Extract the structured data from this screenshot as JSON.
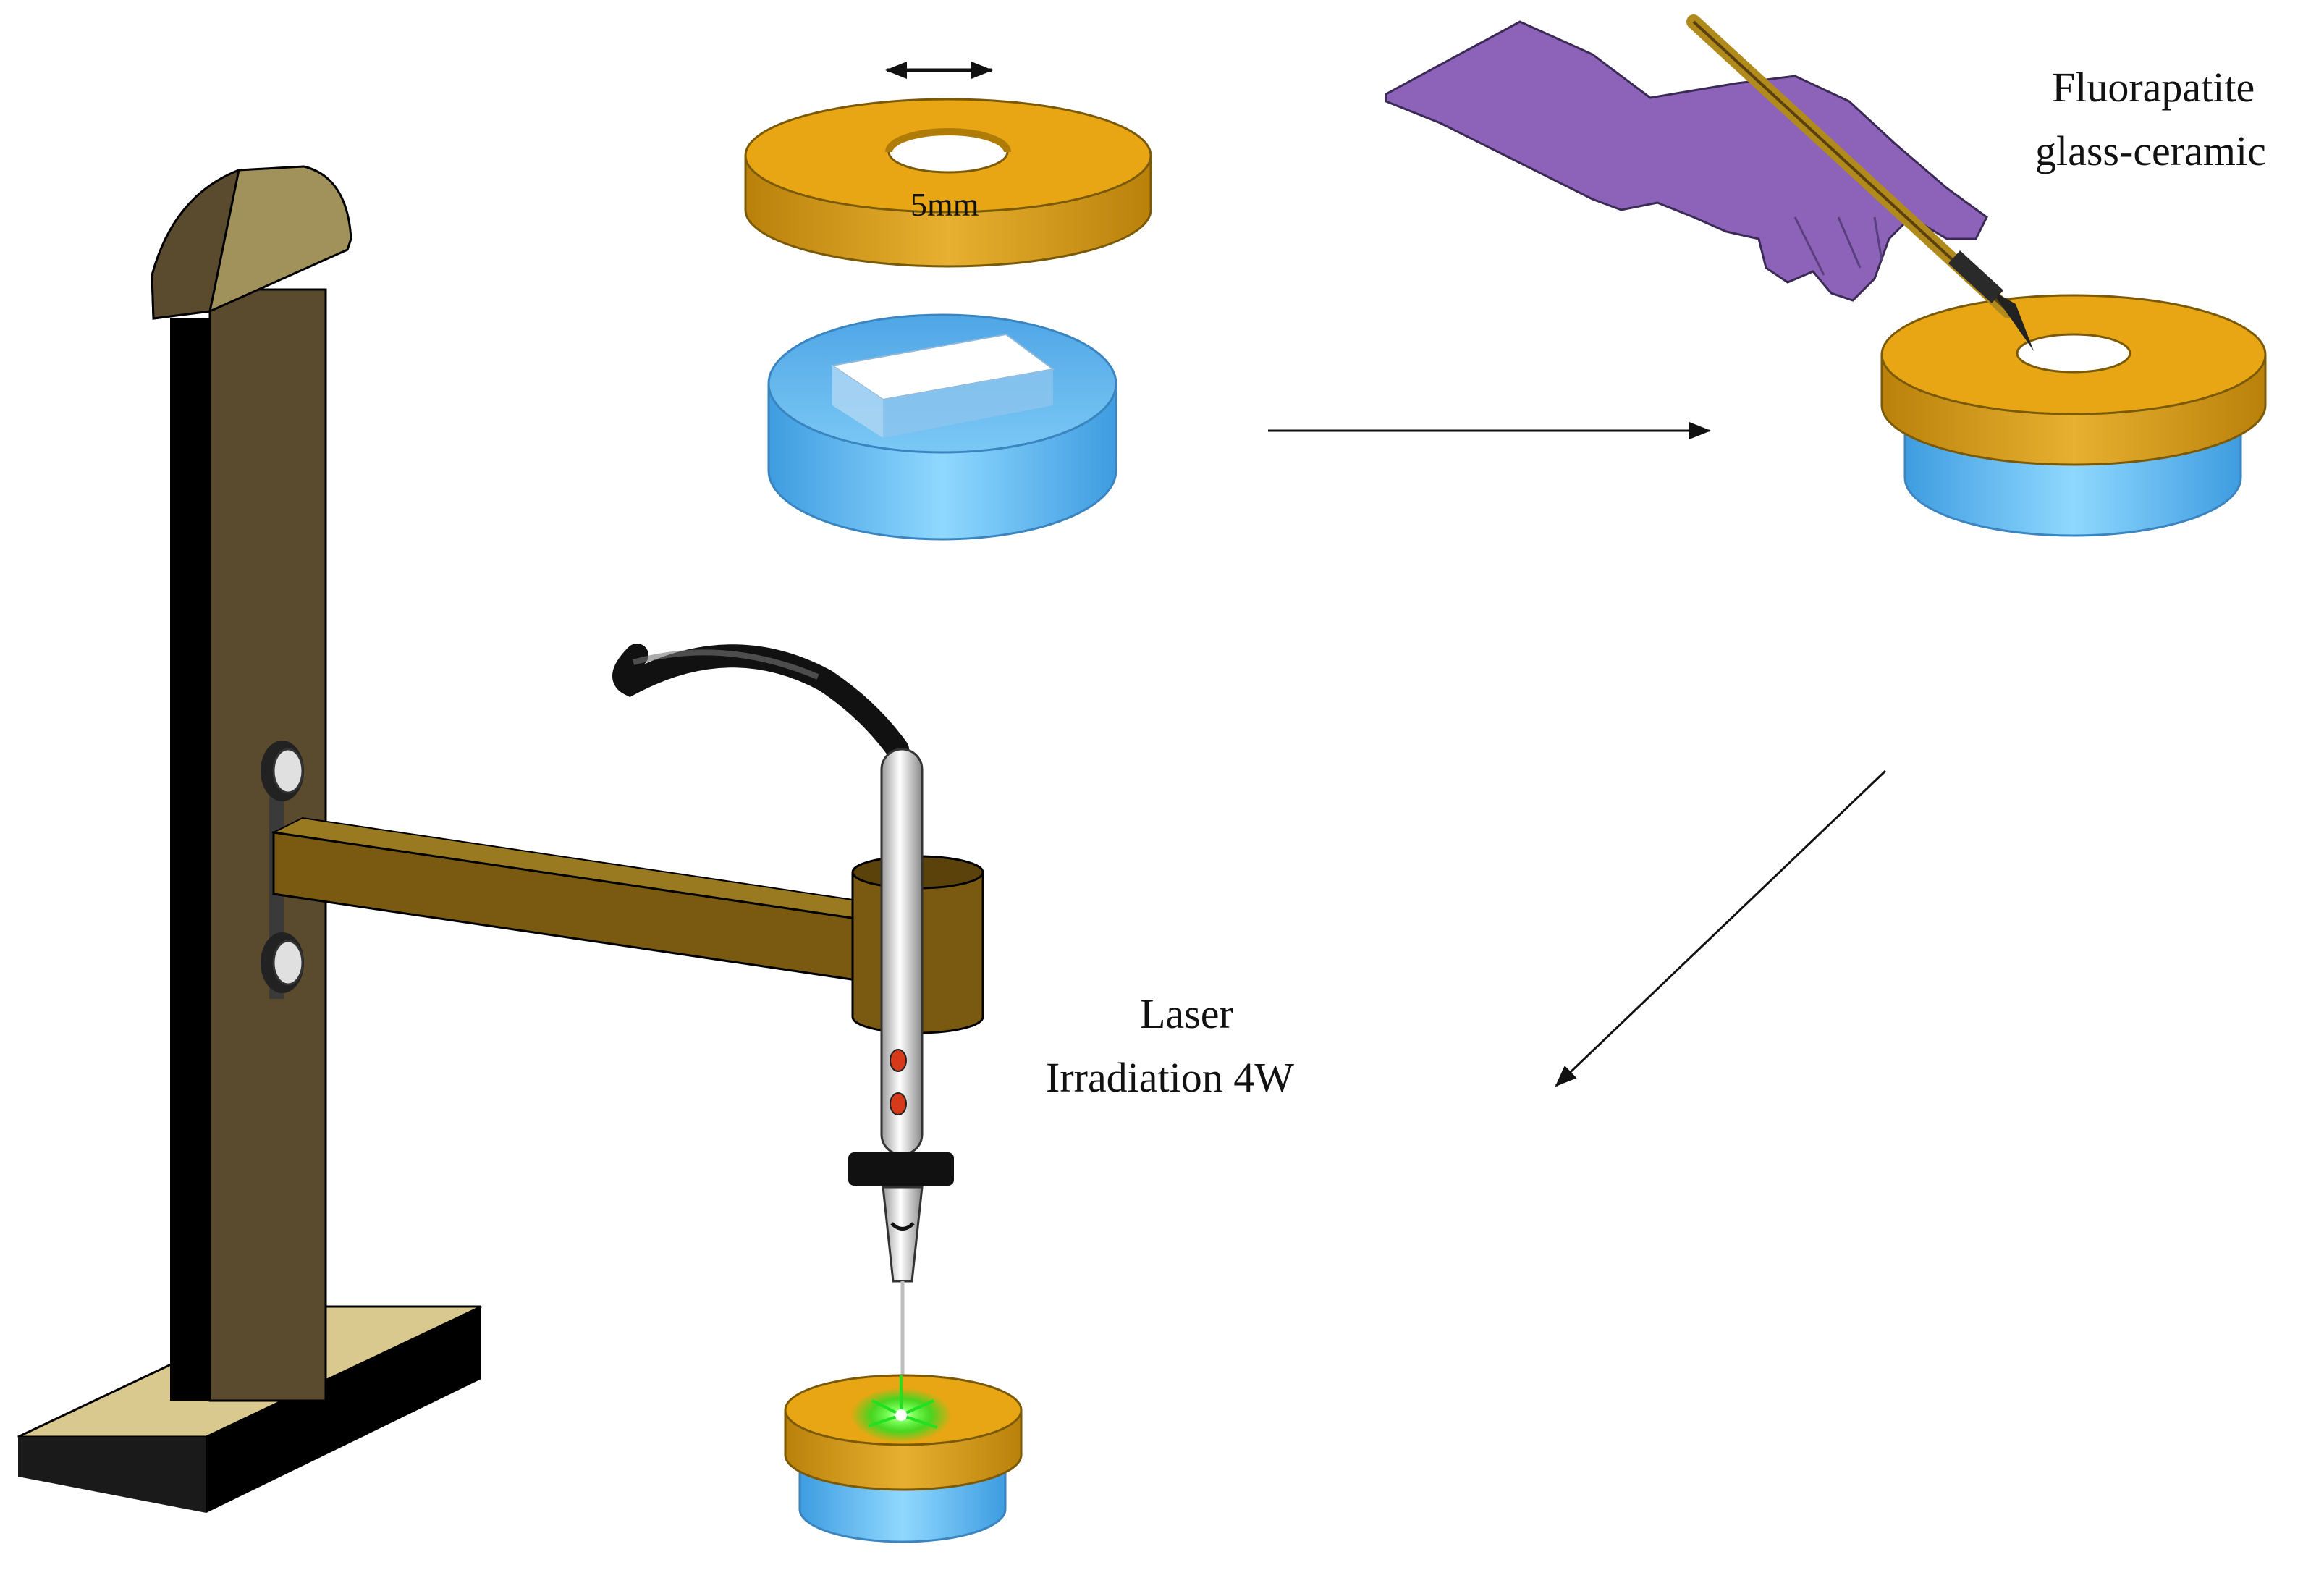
{
  "labels": {
    "ring_diameter": "5mm",
    "material_line1": "Fluorapatite",
    "material_line2": "glass-ceramic",
    "laser_line1": "Laser",
    "laser_line2": "Irradiation  4W"
  },
  "colors": {
    "ring_top": "#E8A614",
    "ring_side": "#C88E0C",
    "ring_edge": "#7A5A08",
    "dentin_blue": "#6EC6F5",
    "dentin_blue_dark": "#3E9CE0",
    "stand_wood": "#5A4A2E",
    "stand_cap": "#A0925A",
    "stand_base": "#D9C98F",
    "arm_brown": "#7A5A10",
    "glove_purple": "#8C63B8",
    "laser_green": "#22E022",
    "arrow": "#111111"
  },
  "icons": {
    "stand": "lab-stand-icon",
    "hand": "gloved-hand-icon",
    "brush": "brush-icon",
    "laser": "laser-handpiece-icon",
    "specimen": "specimen-icon",
    "dimension": "dimension-arrow-icon"
  }
}
